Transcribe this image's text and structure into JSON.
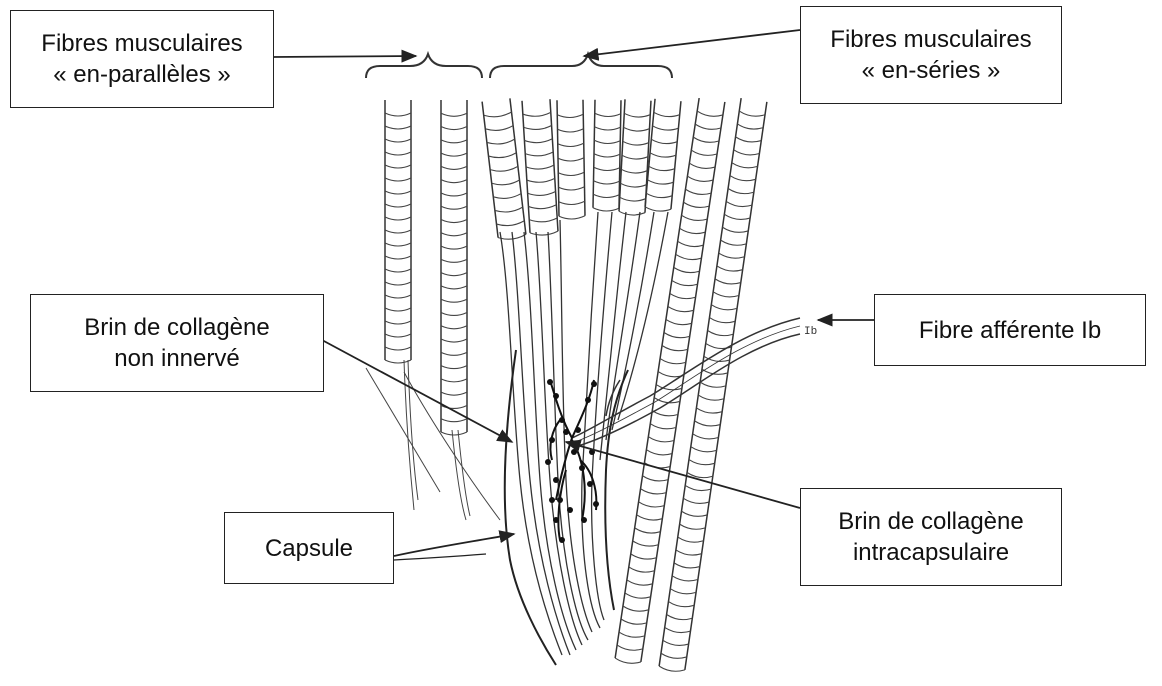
{
  "labels": {
    "fibres_paralleles": [
      "Fibres musculaires",
      "« en-parallèles »"
    ],
    "fibres_series": [
      "Fibres musculaires",
      "« en-séries »"
    ],
    "brin_non_innerve": [
      "Brin de collagène",
      "non innervé"
    ],
    "fibre_afferente": [
      "Fibre afférente Ib"
    ],
    "capsule": [
      "Capsule"
    ],
    "brin_intracapsulaire": [
      "Brin de collagène",
      "intracapsulaire"
    ]
  },
  "ib_tag": "Ib",
  "colors": {
    "ink": "#222222",
    "stroke": "#3a3a3a",
    "background": "#ffffff"
  }
}
